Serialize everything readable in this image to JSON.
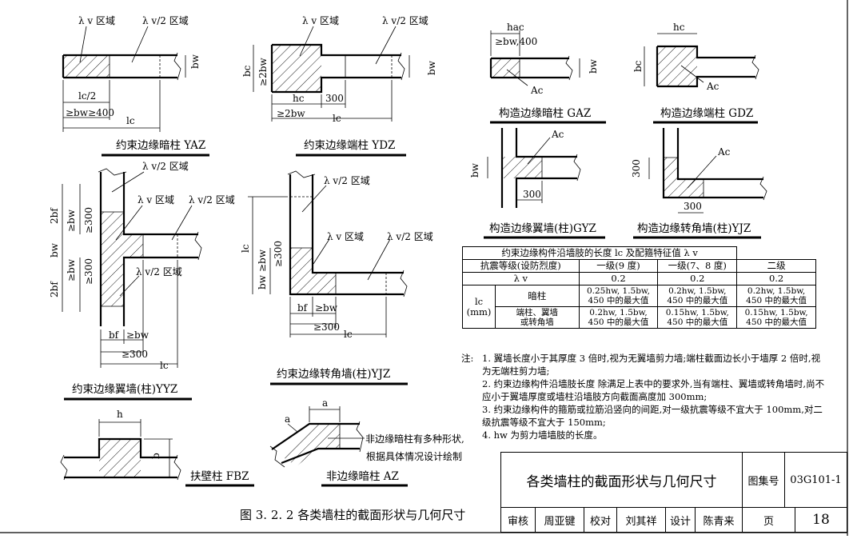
{
  "figures": {
    "yaz": {
      "caption": "约束边缘暗柱 YAZ",
      "lv_zone": "λ v 区域",
      "lv2_zone": "λ v/2 区域",
      "lc2": "lc/2",
      "bw": "bw",
      "cond": "≥bw≥400",
      "lc": "lc"
    },
    "ydz": {
      "caption": "约束边缘端柱 YDZ",
      "lv_zone": "λ v 区域",
      "lv2_zone": "λ v/2 区域",
      "bc": "bc",
      "bc_cond": "≥2bw",
      "hc": "hc",
      "d300": "300",
      "cond": "≥2bw",
      "lc": "lc",
      "bw": "bw"
    },
    "gaz": {
      "caption": "构造边缘暗柱 GAZ",
      "hac": "hac",
      "cond": "≥bw,400",
      "bw": "bw",
      "ac": "Ac"
    },
    "gdz": {
      "caption": "构造边缘端柱 GDZ",
      "hc": "hc",
      "bc": "bc",
      "ac": "Ac"
    },
    "gyz": {
      "caption": "构造边缘翼墙(柱)GYZ",
      "ac": "Ac",
      "bw": "bw",
      "d300": "300"
    },
    "gjz": {
      "caption": "构造边缘转角墙(柱)YJZ",
      "ac": "Ac",
      "d300v": "300",
      "d300h": "300"
    },
    "yyz": {
      "caption": "约束边缘翼墙(柱)YYZ",
      "lv2_zone_top": "λ v/2 区域",
      "lv_zone": "λ v 区域",
      "lv2_zone_right": "λ v/2 区域",
      "lv2_zone_bottom": "λ v/2 区域",
      "bf2_top": "2bf",
      "bw_top": "≥bw",
      "d300_top": "≥300",
      "bw_left": "bw",
      "bf2_bottom": "2bf",
      "bw_bot": "≥bw",
      "d300_bot": "≥300",
      "bf": "bf",
      "bw_h": "≥bw",
      "d300_h": "≥300",
      "lc": "lc"
    },
    "yjz": {
      "caption": "约束边缘转角墙(柱)YJZ",
      "lv2_zone_top": "λ v/2 区域",
      "lv_zone": "λ v 区域",
      "lv2_zone_right": "λ v/2 区域",
      "lc": "lc",
      "bw_cond": "≥bw",
      "d300": "≥300",
      "bw": "bw",
      "bf": "bf",
      "bw_h": "≥bw",
      "d300_h": "≥300",
      "lc_h": "lc"
    },
    "fbz": {
      "caption": "扶壁柱 FBZ",
      "h": "h",
      "b": "b"
    },
    "az": {
      "caption": "非边缘暗柱 AZ",
      "a1": "a",
      "a2": "a",
      "note1": "非边缘暗柱有多种形状,",
      "note2": "根据具体情况设计绘制"
    }
  },
  "table": {
    "title": "约束边缘构件沿墙肢的长度 lc 及配箍特征值 λ v",
    "col0": "抗震等级(设防烈度)",
    "col1": "一级(9 度)",
    "col2": "一级(7、8 度)",
    "col3": "二级",
    "lv_label": "λ v",
    "lv_values": [
      "0.2",
      "0.2",
      "0.2"
    ],
    "lc_label": "lc",
    "lc_unit": "(mm)",
    "row_az": "暗柱",
    "row_az_values": [
      [
        "0.25hw, 1.5bw,",
        "450 中的最大值"
      ],
      [
        "0.2hw, 1.5bw,",
        "450 中的最大值"
      ],
      [
        "0.2hw, 1.5bw,",
        "450 中的最大值"
      ]
    ],
    "row_dz_1": "端柱、翼墙",
    "row_dz_2": "或转角墙",
    "row_dz_values": [
      [
        "0.2hw, 1.5bw,",
        "450 中的最大值"
      ],
      [
        "0.15hw, 1.5bw,",
        "450 中的最大值"
      ],
      [
        "0.15hw, 1.5bw,",
        "450 中的最大值"
      ]
    ]
  },
  "notes": {
    "label": "注:",
    "items": [
      "1. 翼墙长度小于其厚度 3 倍时,视为无翼墙剪力墙;端柱截面边长小于墙厚 2 倍时,视为无端柱剪力墙;",
      "2. 约束边缘构件沿墙肢长度  除满足上表中的要求外,当有端柱、翼墙或转角墙时,尚不应小于翼墙厚度或墙柱沿墙肢方向截面高度加 300mm;",
      "3. 约束边缘构件的箍筋或拉筋沿竖向的间距,对一级抗震等级不宜大于 100mm,对二级抗震等级不宜大于 150mm;",
      "4. hw 为剪力墙墙肢的长度。"
    ]
  },
  "title_block": {
    "title": "各类墙柱的截面形状与几何尺寸",
    "atlas_label": "图集号",
    "atlas_no": "03G101-1",
    "review": "审核",
    "reviewer": "周亚键",
    "check": "校对",
    "checker": "刘其祥",
    "design": "设计",
    "designer": "陈青来",
    "page_label": "页",
    "page_no": "18"
  },
  "figure_caption": "图 3. 2. 2  各类墙柱的截面形状与几何尺寸"
}
